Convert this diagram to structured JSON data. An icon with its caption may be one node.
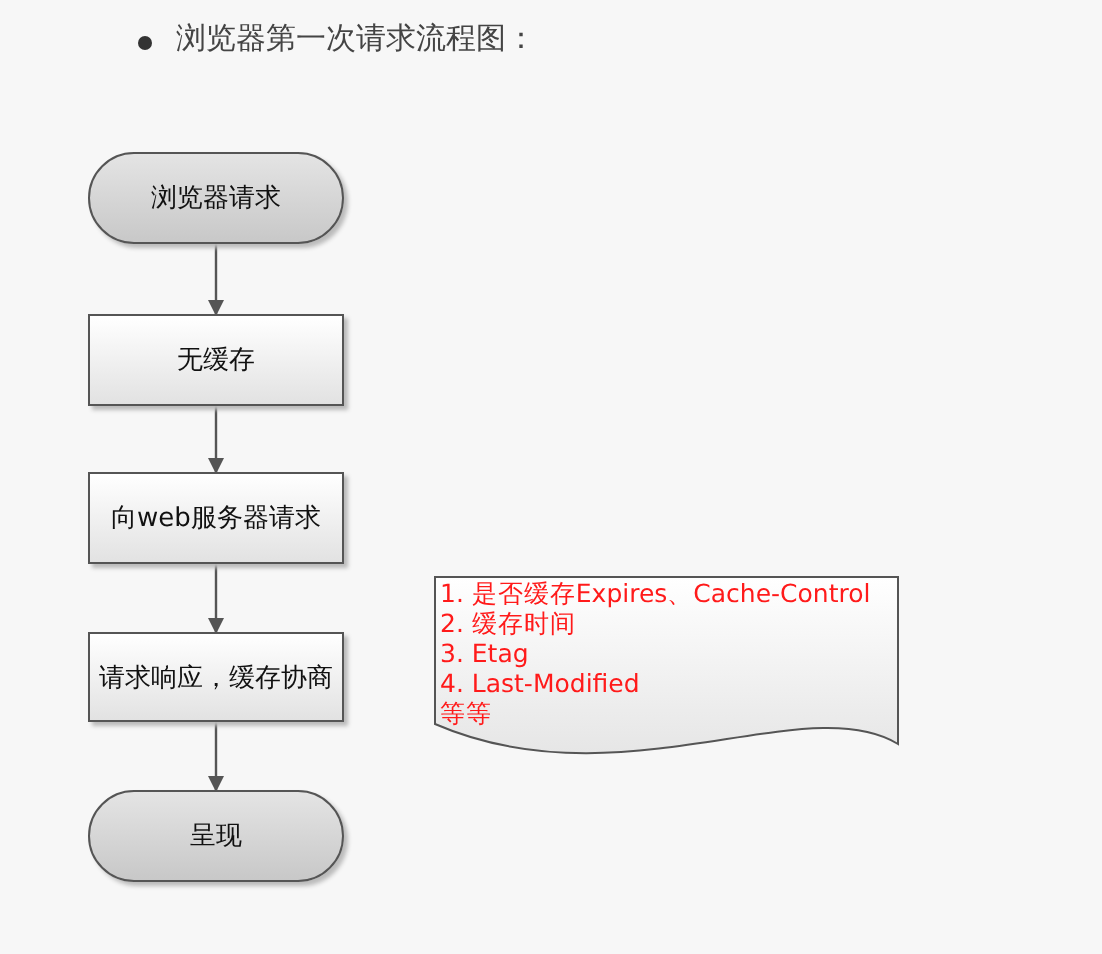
{
  "diagram": {
    "title": "浏览器第一次请求流程图：",
    "nodes": [
      {
        "text": [
          "浏览器请求"
        ]
      },
      {
        "text": [
          "无缓存"
        ]
      },
      {
        "text": [
          "向web服务器请求"
        ]
      },
      {
        "text": [
          "请求响应，缓存协商"
        ]
      },
      {
        "text": [
          "呈现"
        ]
      },
      {
        "text": [
          "1. 是否缓存Expires、Cache-Control",
          "2. 缓存时间",
          "3. Etag",
          "4. Last-Modified",
          "等等"
        ]
      }
    ],
    "edges": [
      {
        "from": 0,
        "to": 1,
        "arrow": "to"
      },
      {
        "from": 1,
        "to": 2,
        "arrow": "to"
      },
      {
        "from": 2,
        "to": 3,
        "arrow": "to"
      },
      {
        "from": 3,
        "to": 4,
        "arrow": "to"
      }
    ]
  }
}
